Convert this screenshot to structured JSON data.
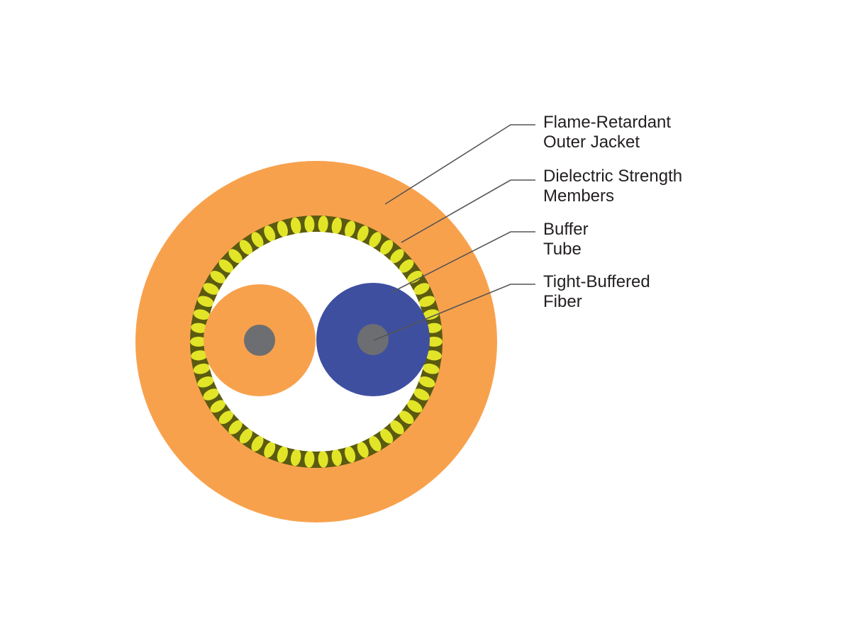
{
  "colors": {
    "outer_jacket": "#f8a14d",
    "strength_member_light": "#eef02a",
    "strength_member_dark": "#5a5a10",
    "buffer_space": "#ffffff",
    "fiber_orange": "#f8a14d",
    "fiber_blue": "#3f4fa0",
    "fiber_core": "#6d6e71",
    "leader_line": "#555555",
    "text": "#231f20"
  },
  "labels": [
    {
      "id": "jacket",
      "lines": [
        "Flame-Retardant",
        "Outer Jacket"
      ]
    },
    {
      "id": "strength",
      "lines": [
        "Dielectric Strength",
        "Members"
      ]
    },
    {
      "id": "buffer",
      "lines": [
        "Buffer",
        "Tube"
      ]
    },
    {
      "id": "fiber",
      "lines": [
        "Tight-Buffered",
        "Fiber"
      ]
    }
  ]
}
